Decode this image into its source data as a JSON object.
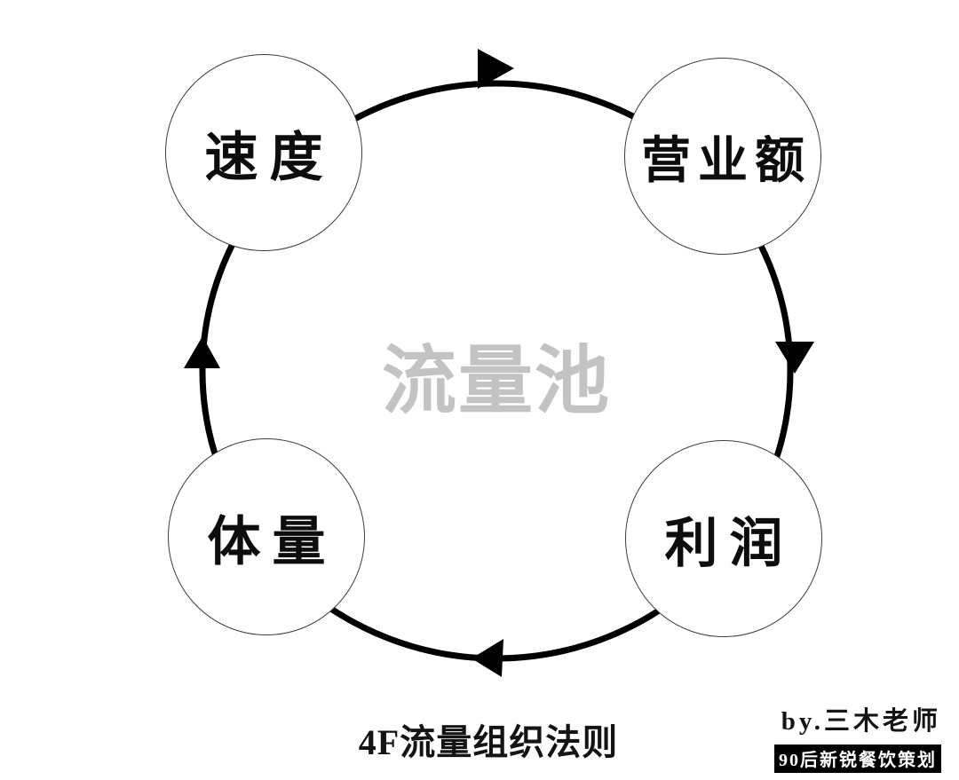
{
  "diagram": {
    "center_label": "流量池",
    "nodes": [
      {
        "id": "speed",
        "label": "速度",
        "position": "top-left"
      },
      {
        "id": "revenue",
        "label": "营业额",
        "position": "top-right"
      },
      {
        "id": "profit",
        "label": "利润",
        "position": "bottom-right"
      },
      {
        "id": "volume",
        "label": "体量",
        "position": "bottom-left"
      }
    ],
    "flow_direction": "clockwise",
    "caption": "4F流量组织法则",
    "credit": {
      "byline": "by.三木老师",
      "tagline": "90后新锐餐饮策划"
    },
    "colors": {
      "background": "#ffffff",
      "arc": "#000000",
      "node_border": "#3c3c3c",
      "node_text": "#0d0d0d",
      "center_text": "#c3c3c3",
      "tagline_bg": "#000000",
      "tagline_text": "#ffffff"
    }
  }
}
